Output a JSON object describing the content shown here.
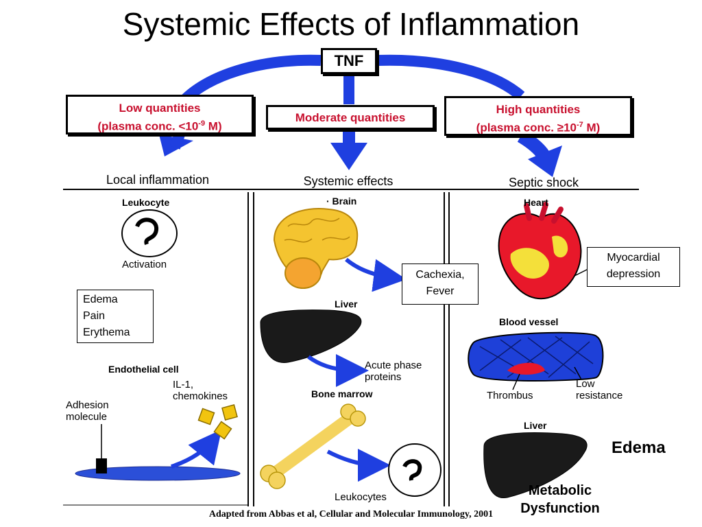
{
  "title": "Systemic Effects of Inflammation",
  "tnf": "TNF",
  "quantities": {
    "low_line1": "Low quantities",
    "low_line2_pre": "(plasma conc. <10",
    "low_exp": "-9",
    "low_line2_post": " M)",
    "moderate": "Moderate quantities",
    "high_line1": "High quantities",
    "high_line2_pre": "(plasma conc. ≥10",
    "high_exp": "-7",
    "high_line2_post": " M)"
  },
  "columns": {
    "local": "Local inflammation",
    "systemic": "Systemic effects",
    "septic": "Septic shock"
  },
  "local": {
    "leukocyte": "Leukocyte",
    "activation": "Activation",
    "edema": "Edema",
    "pain": "Pain",
    "erythema": "Erythema",
    "endothelial": "Endothelial cell",
    "il1": "IL-1,",
    "chemokines": "chemokines",
    "adhesion1": "Adhesion",
    "adhesion2": "molecule"
  },
  "systemic": {
    "brain": "· Brain",
    "cachexia": "Cachexia,",
    "fever": "Fever",
    "liver": "Liver",
    "acute1": "Acute phase",
    "acute2": "proteins",
    "bone_marrow": "Bone marrow",
    "leukocytes": "Leukocytes"
  },
  "septic": {
    "heart": "Heart",
    "myocardial1": "Myocardial",
    "myocardial2": "depression",
    "blood_vessel": "Blood vessel",
    "thrombus": "Thrombus",
    "low": "Low",
    "resistance": "resistance",
    "liver": "Liver",
    "edema": "Edema",
    "metabolic1": "Metabolic",
    "metabolic2": "Dysfunction"
  },
  "footer": "Adapted from Abbas et al, Cellular and Molecular Immunology, 2001",
  "colors": {
    "arrow": "#1f3fe0",
    "red_text": "#c8102e",
    "liver": "#1a1a1a",
    "brain": "#f4c430",
    "vessel": "#1e40d8"
  }
}
